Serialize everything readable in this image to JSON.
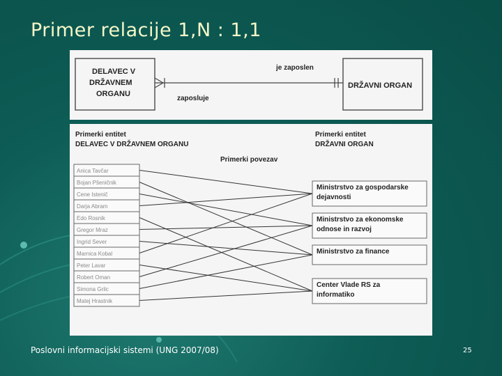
{
  "slide": {
    "title": "Primer relacije 1,N : 1,1",
    "footer": "Poslovni informacijski sistemi (UNG 2007/08)",
    "page_number": "25"
  },
  "er_diagram": {
    "entity_left": [
      "DELAVEC V",
      "DRŽAVNEM",
      "ORGANU"
    ],
    "entity_right": "DRŽAVNI ORGAN",
    "role_top": "je zaposlen",
    "role_bottom": "zaposluje"
  },
  "instance_diagram": {
    "left_heading": [
      "Primerki entitet",
      "DELAVEC V DRŽAVNEM ORGANU"
    ],
    "right_heading": [
      "Primerki entitet",
      "DRŽAVNI ORGAN"
    ],
    "links_heading": "Primerki povezav",
    "employees": [
      "Anica Tavčar",
      "Bojan Pšeničnik",
      "Cene Istenič",
      "Darja Abram",
      "Edo Rosnik",
      "Gregor Mraz",
      "Ingrid Sever",
      "Marnica Kobal",
      "Peter Lavar",
      "Robert Oman",
      "Simona Grilc",
      "Matej Hrastnik"
    ],
    "organs": [
      [
        "Ministrstvo za gospodarske",
        "dejavnosti"
      ],
      [
        "Ministrstvo za ekonomske",
        "odnose in razvoj"
      ],
      [
        "Ministrstvo za finance"
      ],
      [
        "Center Vlade RS za",
        "informatiko"
      ]
    ],
    "links": [
      [
        0,
        0
      ],
      [
        1,
        2
      ],
      [
        2,
        1
      ],
      [
        3,
        0
      ],
      [
        4,
        3
      ],
      [
        5,
        1
      ],
      [
        6,
        2
      ],
      [
        7,
        0
      ],
      [
        8,
        3
      ],
      [
        9,
        1
      ],
      [
        10,
        2
      ],
      [
        11,
        3
      ]
    ]
  },
  "colors": {
    "background": "#0d5c55",
    "title": "#f4f7c8",
    "panel": "#f5f5f5"
  }
}
